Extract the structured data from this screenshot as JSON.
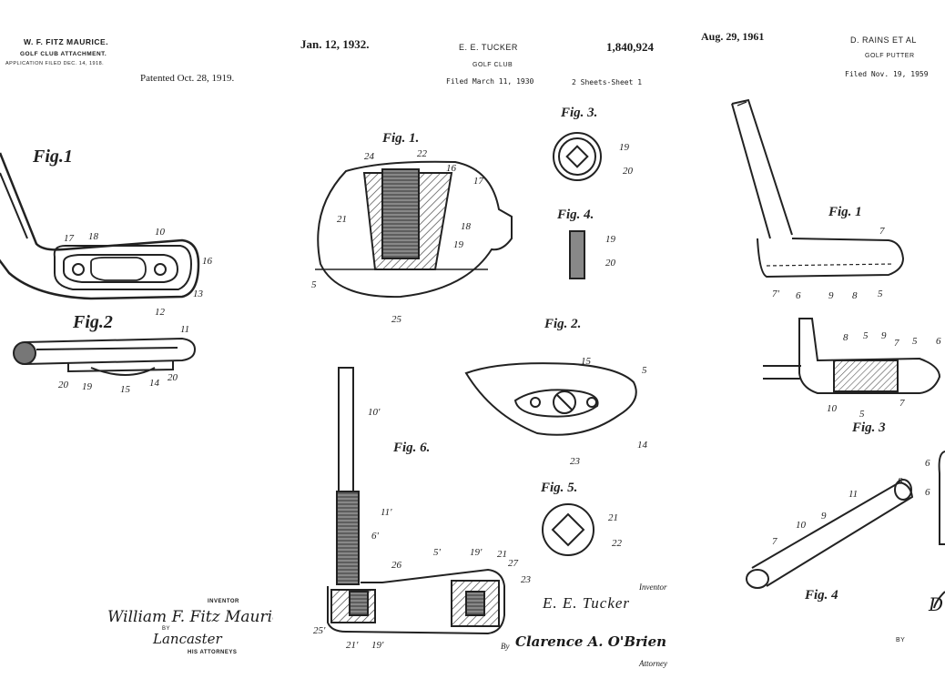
{
  "patents": [
    {
      "inventor_header": "W. F. FITZ MAURICE.",
      "title": "GOLF CLUB ATTACHMENT.",
      "filed": "APPLICATION FILED DEC. 14, 1918.",
      "patented": "Patented Oct. 28, 1919.",
      "figures": [
        "Fig.1",
        "Fig.2"
      ],
      "labels": [
        "17",
        "18",
        "10",
        "16",
        "13",
        "12",
        "11",
        "20",
        "19",
        "15",
        "14",
        "20"
      ],
      "inventor_label": "INVENTOR",
      "signature": "William F. Fitz Maurice",
      "by": "BY",
      "attorney_signature": "Lancaster",
      "attorneys_label": "HIS ATTORNEYS"
    },
    {
      "date": "Jan. 12, 1932.",
      "inventor_header": "E. E. TUCKER",
      "patent_number": "1,840,924",
      "title": "GOLF CLUB",
      "filed": "Filed March 11, 1930",
      "sheets": "2 Sheets-Sheet 1",
      "figures": [
        "Fig. 1.",
        "Fig. 3.",
        "Fig. 4.",
        "Fig. 2.",
        "Fig. 6.",
        "Fig. 5."
      ],
      "fig1_labels": [
        "24",
        "22",
        "16",
        "17",
        "21",
        "18",
        "19",
        "5",
        "25"
      ],
      "fig3_labels": [
        "19",
        "20"
      ],
      "fig4_labels": [
        "19",
        "20"
      ],
      "fig2_labels": [
        "15",
        "5",
        "14",
        "23"
      ],
      "fig5_labels": [
        "21",
        "22"
      ],
      "fig6_labels": [
        "10'",
        "11'",
        "6'",
        "26",
        "5'",
        "19'",
        "21",
        "27",
        "23",
        "25'",
        "21'",
        "19'"
      ],
      "inventor_label": "Inventor",
      "signature": "E. E. Tucker",
      "by": "By",
      "attorney_signature": "Clarence A. O'Brien",
      "attorney_label": "Attorney"
    },
    {
      "date": "Aug. 29, 1961",
      "inventor_header": "D. RAINS ET AL",
      "title": "GOLF PUTTER",
      "filed": "Filed Nov. 19, 1959",
      "figures": [
        "Fig. 1",
        "Fig. 3",
        "Fig. 4"
      ],
      "fig1_labels": [
        "7",
        "7'",
        "6",
        "9",
        "8",
        "5"
      ],
      "fig3_labels": [
        "8",
        "5",
        "9",
        "7",
        "5",
        "6",
        "10",
        "5",
        "7"
      ],
      "fig4_labels": [
        "8",
        "11",
        "9",
        "10",
        "7"
      ],
      "partial_labels": [
        "6",
        "6"
      ],
      "signature_fragment": "D",
      "by": "BY"
    }
  ]
}
